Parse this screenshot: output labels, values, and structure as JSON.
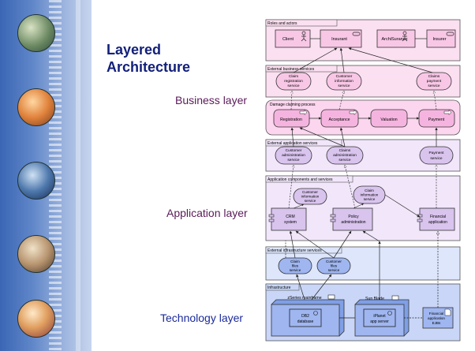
{
  "slide": {
    "title_line1": "Layered",
    "title_line2": "Architecture"
  },
  "labels": {
    "business": "Business layer",
    "application": "Application layer",
    "technology": "Technology layer"
  },
  "sections": {
    "roles": "Roles and actors",
    "ext_business": "External business services",
    "process": "Damage claiming process",
    "ext_application": "External application services",
    "app_components": "Application components and services",
    "ext_infrastructure": "External infrastructure services",
    "infrastructure": "Infrastructure"
  },
  "roles": {
    "client": "Client",
    "insurant": "Insurant",
    "archisurance": "ArchiSurance",
    "insurer": "Insurer"
  },
  "business_services": {
    "claim_registration": [
      "Claim",
      "registration",
      "service"
    ],
    "customer_information": [
      "Customer",
      "information",
      "service"
    ],
    "claims_payment": [
      "Claims",
      "payment",
      "service"
    ]
  },
  "process_steps": {
    "registration": "Registration",
    "acceptance": "Acceptance",
    "valuation": "Valuation",
    "payment": "Payment"
  },
  "app_services": {
    "customer_admin": [
      "Customer",
      "administration",
      "service"
    ],
    "claims_admin": [
      "Claims",
      "administration",
      "service"
    ],
    "payment": [
      "Payment",
      "service"
    ]
  },
  "app_components": {
    "cust_info_service": [
      "Customer",
      "information",
      "service"
    ],
    "claim_info_service": [
      "Claim",
      "information",
      "service"
    ],
    "crm": [
      "CRM",
      "system"
    ],
    "policy": [
      "Policy",
      "administration"
    ],
    "financial": [
      "Financial",
      "application"
    ]
  },
  "infra_services": {
    "claim_files": [
      "Claim",
      "files",
      "service"
    ],
    "customer_files": [
      "Customer",
      "files",
      "service"
    ]
  },
  "infrastructure": {
    "mainframe": "zSeries mainframe",
    "db2": [
      "DB2",
      "database"
    ],
    "sunblade": "Sun Blade",
    "iplanet": [
      "iPlanet",
      "app server"
    ],
    "financial_ejbs": [
      "Financial",
      "application",
      "EJBs"
    ]
  },
  "colors": {
    "business": "#fbd6ee",
    "business_dark": "#f5b4df",
    "application": "#e8d9f7",
    "application_box": "#d9c4ee",
    "technology": "#c9d6f7",
    "technology_box": "#9fb6f0"
  }
}
